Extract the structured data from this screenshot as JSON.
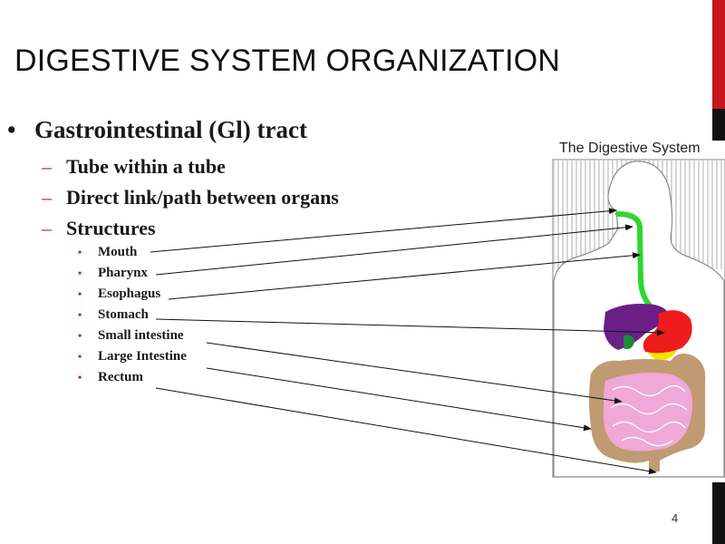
{
  "slide": {
    "title": "DIGESTIVE SYSTEM ORGANIZATION",
    "page_number": "4"
  },
  "bullets": {
    "main": "Gastrointestinal (Gl) tract",
    "sub": [
      "Tube within a tube",
      "Direct link/path between organs",
      "Structures"
    ],
    "structures": [
      "Mouth",
      "Pharynx",
      "Esophagus",
      "Stomach",
      "Small intestine",
      "Large Intestine",
      "Rectum"
    ]
  },
  "diagram": {
    "title": "The Digestive System",
    "colors": {
      "esophagus": "#2fd62f",
      "stomach": "#ee1c1c",
      "liver": "#6b1f87",
      "small_intestine": "#f0a8d8",
      "large_intestine": "#c09a72",
      "pancreas": "#f2e400",
      "gallbladder": "#1f8a3a"
    }
  },
  "colors": {
    "accent_red": "#c8161d",
    "accent_black": "#111111"
  }
}
